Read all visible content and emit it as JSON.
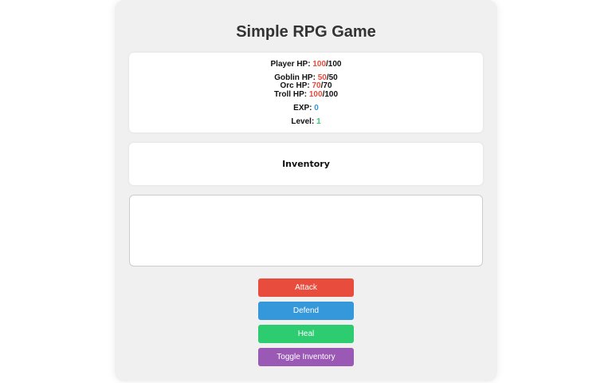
{
  "title": "Simple RPG Game",
  "stats": {
    "player": {
      "label": "Player HP: ",
      "current": "100",
      "max": "/100"
    },
    "goblin": {
      "label": "Goblin HP: ",
      "current": "50",
      "max": "/50"
    },
    "orc": {
      "label": "Orc HP: ",
      "current": "70",
      "max": "/70"
    },
    "troll": {
      "label": "Troll HP: ",
      "current": "100",
      "max": "/100"
    },
    "exp": {
      "label": "EXP: ",
      "value": "0"
    },
    "level": {
      "label": "Level: ",
      "value": "1"
    }
  },
  "inventory": {
    "title": "Inventory",
    "items": []
  },
  "log": {
    "entries": []
  },
  "buttons": {
    "attack": "Attack",
    "defend": "Defend",
    "heal": "Heal",
    "toggle_inventory": "Toggle Inventory"
  },
  "colors": {
    "hp": "#e74c3c",
    "exp": "#3498db",
    "level": "#2ecc71",
    "attack": "#e74c3c",
    "defend": "#3498db",
    "heal": "#2ecc71",
    "toggle": "#9b59b6"
  }
}
